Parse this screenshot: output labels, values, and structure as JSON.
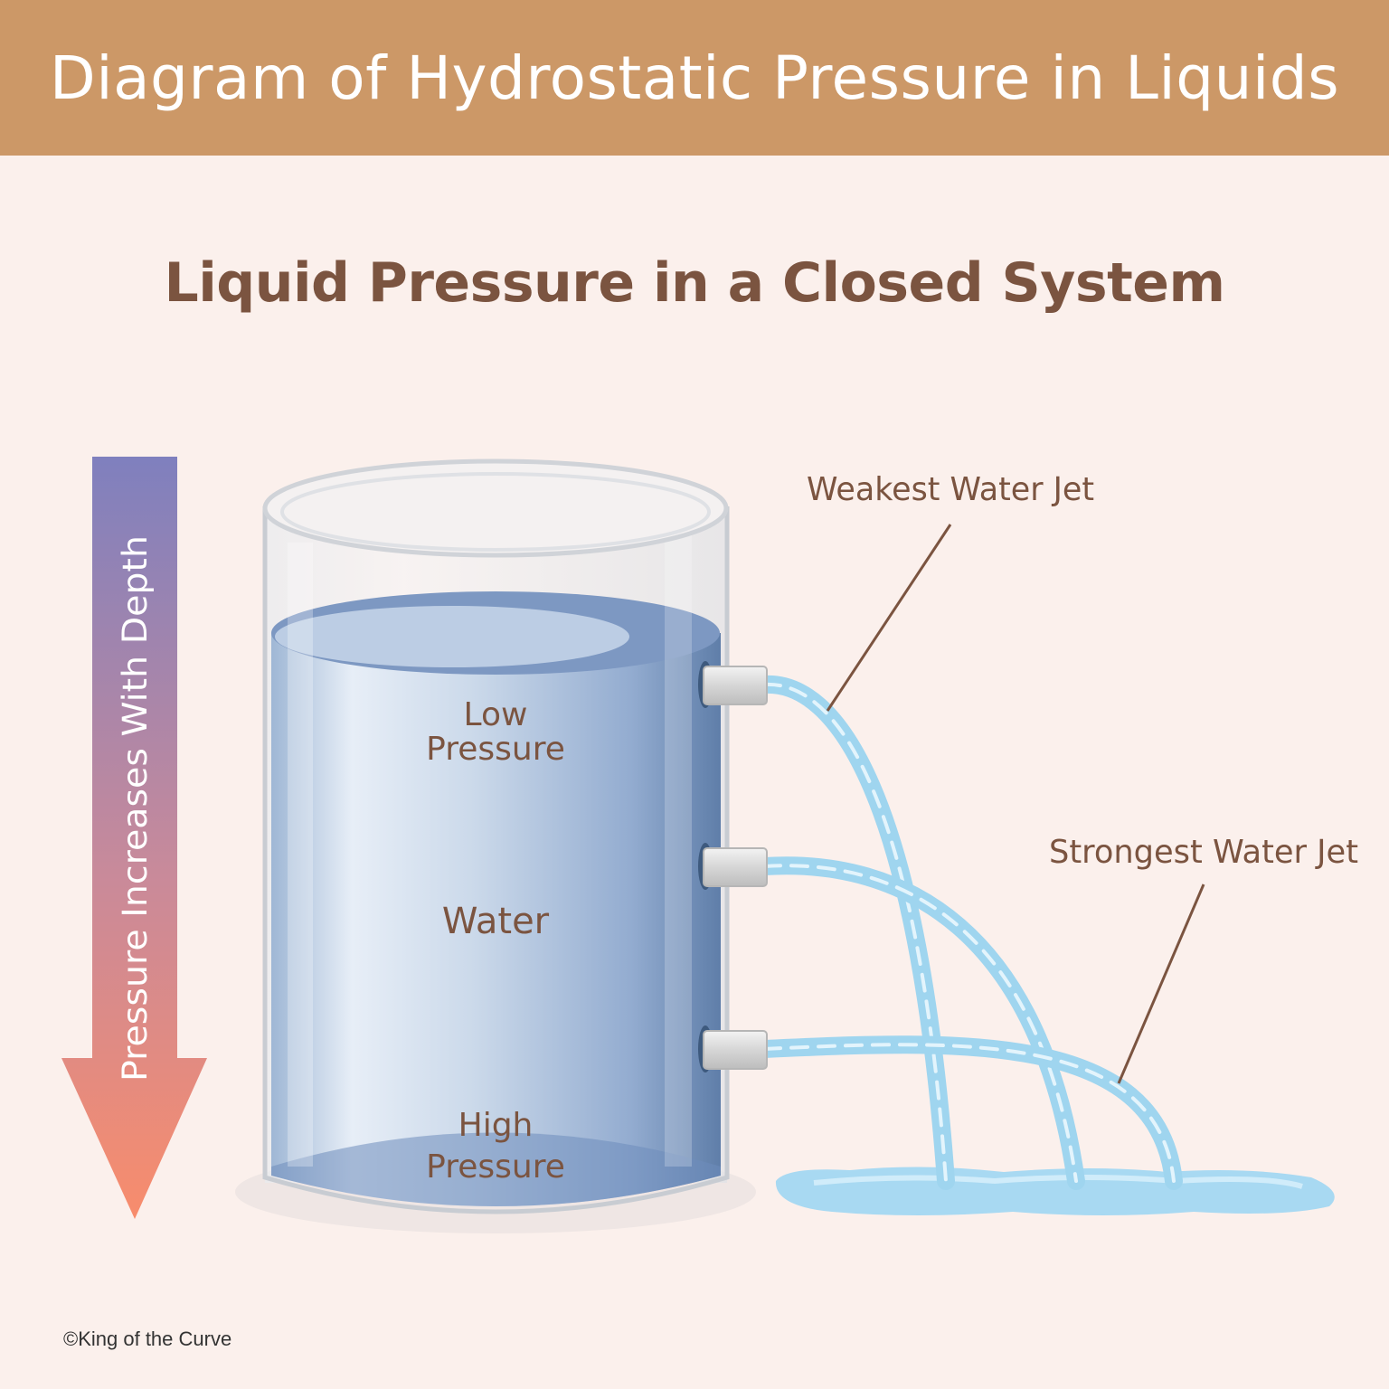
{
  "header": {
    "title": "Diagram of Hydrostatic Pressure in Liquids"
  },
  "subtitle": "Liquid Pressure in a Closed System",
  "depth_arrow": {
    "label": "Pressure Increases With Depth"
  },
  "container": {
    "labels": {
      "low_line1": "Low",
      "low_line2": "Pressure",
      "water": "Water",
      "high_line1": "High",
      "high_line2": "Pressure"
    }
  },
  "callouts": {
    "weakest": "Weakest Water Jet",
    "strongest": "Strongest Water Jet"
  },
  "footer": {
    "copyright": "©King of the Curve"
  },
  "colors": {
    "banner": "#cc9867",
    "background": "#fbf0ec",
    "label_text": "#7b5440",
    "arrow_top": "#7f80be",
    "arrow_bottom": "#f88c6c",
    "water_dark": "#6b88b3",
    "jet": "#9fd5ef"
  }
}
